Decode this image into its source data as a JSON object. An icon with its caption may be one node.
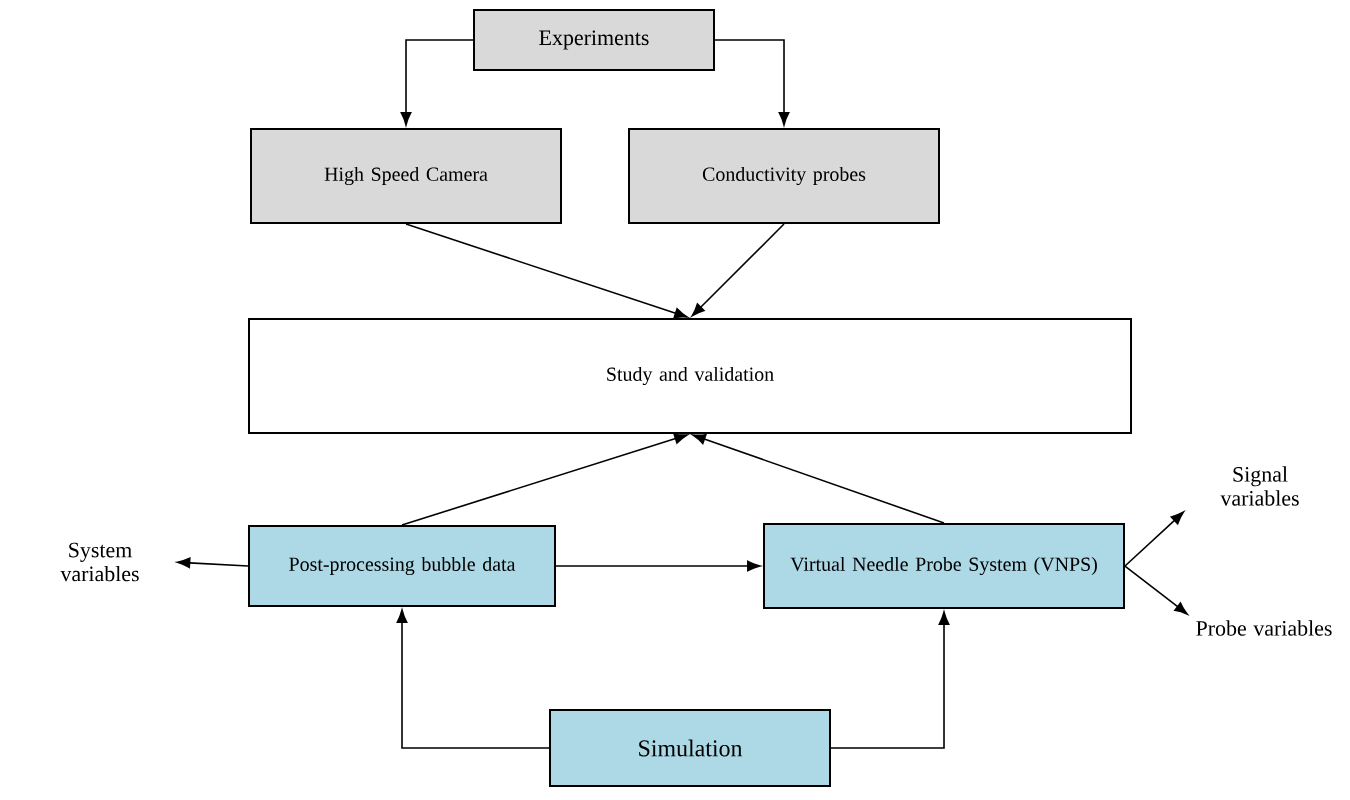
{
  "diagram": {
    "nodes": [
      {
        "text": [
          "Experiments"
        ]
      },
      {
        "text": [
          "High Speed Camera"
        ]
      },
      {
        "text": [
          "Conductivity probes"
        ]
      },
      {
        "text": [
          "Study and validation"
        ]
      },
      {
        "text": [
          "Post-processing bubble data"
        ]
      },
      {
        "text": [
          "Virtual Needle Probe System (VNPS)"
        ]
      },
      {
        "text": [
          "Simulation"
        ]
      },
      {
        "text": [
          "System variables"
        ]
      },
      {
        "text": [
          "Signal variables"
        ]
      },
      {
        "text": [
          "Probe variables"
        ]
      }
    ],
    "edges": [
      {
        "from": 0,
        "to": 1,
        "arrow": "to"
      },
      {
        "from": 0,
        "to": 2,
        "arrow": "to"
      },
      {
        "from": 1,
        "to": 3,
        "arrow": "to"
      },
      {
        "from": 2,
        "to": 3,
        "arrow": "to"
      },
      {
        "from": 4,
        "to": 3,
        "arrow": "to"
      },
      {
        "from": 5,
        "to": 3,
        "arrow": "to"
      },
      {
        "from": 4,
        "to": 7,
        "arrow": "to"
      },
      {
        "from": 4,
        "to": 5,
        "arrow": "to"
      },
      {
        "from": 5,
        "to": 8,
        "arrow": "to"
      },
      {
        "from": 5,
        "to": 9,
        "arrow": "to"
      },
      {
        "from": 6,
        "to": 4,
        "arrow": "to"
      },
      {
        "from": 6,
        "to": 5,
        "arrow": "to"
      }
    ]
  }
}
